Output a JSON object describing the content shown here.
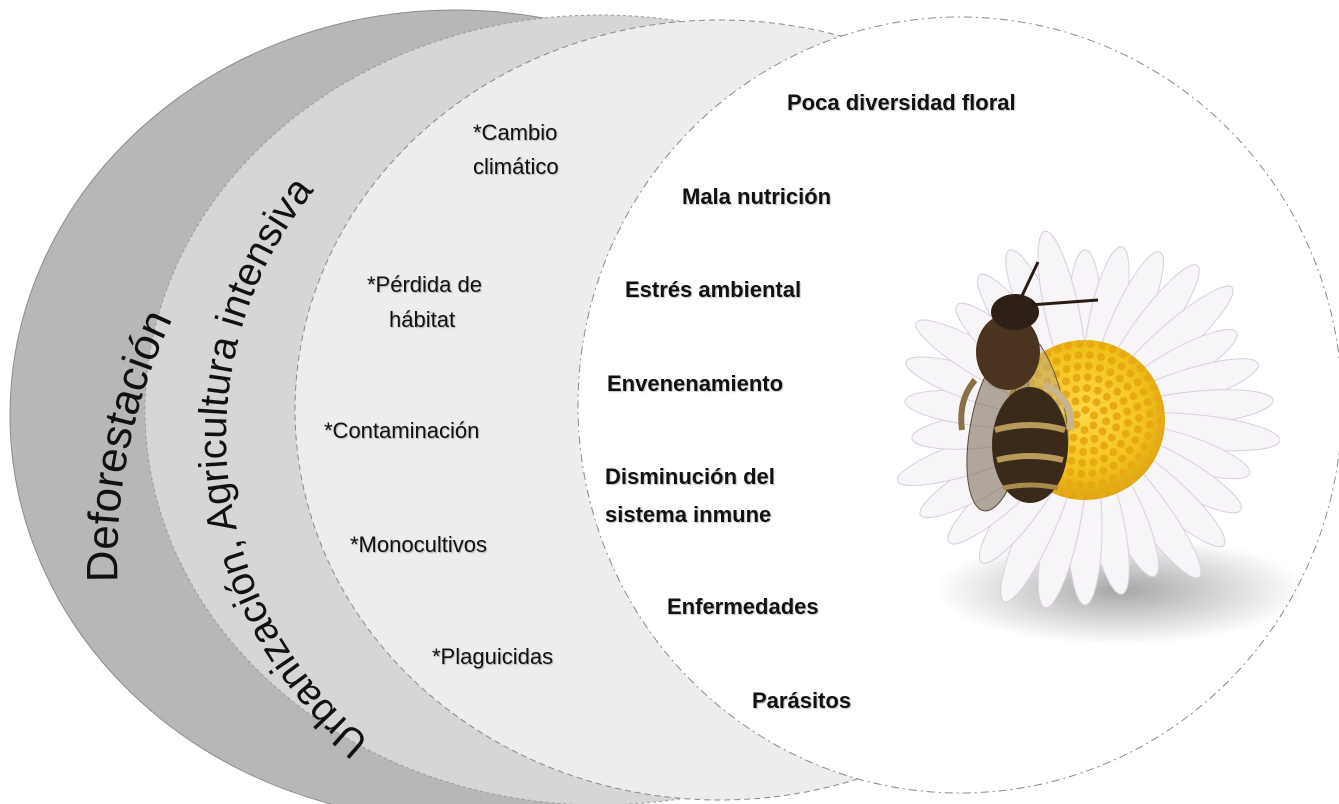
{
  "layers": {
    "outer": {
      "label": "Deforestación",
      "fill": "#b7b7b7"
    },
    "second": {
      "label": "Urbanización, Agricultura intensiva",
      "fill": "#d6d6d6"
    },
    "third": {
      "fill": "#ededed",
      "items": [
        {
          "line1": "*Cambio",
          "line2": "climático"
        },
        {
          "line1": "*Pérdida de",
          "line2": "hábitat"
        },
        {
          "line1": "*Contaminación",
          "line2": ""
        },
        {
          "line1": "*Monocultivos",
          "line2": ""
        },
        {
          "line1": "*Plaguicidas",
          "line2": ""
        }
      ]
    },
    "inner": {
      "fill": "#ffffff",
      "items": [
        {
          "line1": "Poca diversidad floral",
          "line2": ""
        },
        {
          "line1": "Mala nutrición",
          "line2": ""
        },
        {
          "line1": "Estrés ambiental",
          "line2": ""
        },
        {
          "line1": "Envenenamiento",
          "line2": ""
        },
        {
          "line1": "Disminución del",
          "line2": "sistema inmune"
        },
        {
          "line1": "Enfermedades",
          "line2": ""
        },
        {
          "line1": "Parásitos",
          "line2": ""
        }
      ]
    }
  },
  "image": {
    "subject": "bee-on-daisy",
    "petal_color": "#f7f5f7",
    "center_color": "#f2c21b",
    "bee_color": "#5a4126"
  }
}
